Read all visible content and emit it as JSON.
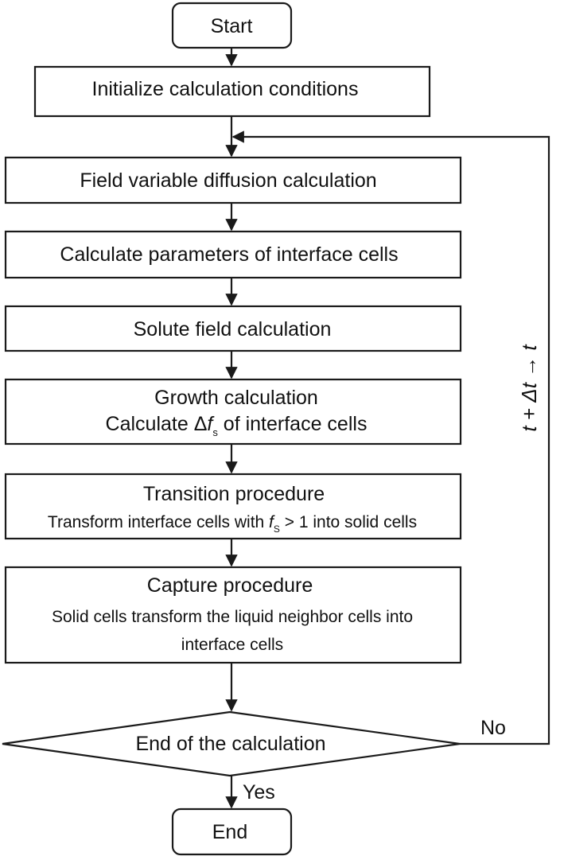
{
  "diagram": {
    "start": {
      "label": "Start"
    },
    "initialize": {
      "label": "Initialize calculation conditions"
    },
    "diffusion": {
      "label": "Field variable diffusion calculation"
    },
    "interface_params": {
      "label": "Calculate parameters of interface cells"
    },
    "solute": {
      "label": "Solute field calculation"
    },
    "growth": {
      "title": "Growth calculation",
      "line_prefix": "Calculate ",
      "symbol_delta": "Δ",
      "symbol_f": "f",
      "subscript": "s",
      "line_suffix": " of interface cells"
    },
    "transition": {
      "title": "Transition procedure",
      "line_prefix": "Transform interface cells with ",
      "symbol_f": "f",
      "subscript": "S",
      "line_suffix": " > 1 into solid cells"
    },
    "capture": {
      "title": "Capture procedure",
      "line1": "Solid cells transform the liquid neighbor cells into",
      "line2": "interface cells"
    },
    "decision": {
      "label": "End of the calculation"
    },
    "end": {
      "label": "End"
    },
    "edges": {
      "no_label": "No",
      "yes_label": "Yes",
      "loop_label": "t + Δt → t"
    },
    "colors": {
      "stroke": "#1a1a1a",
      "fill": "#ffffff",
      "text": "#111111"
    }
  }
}
